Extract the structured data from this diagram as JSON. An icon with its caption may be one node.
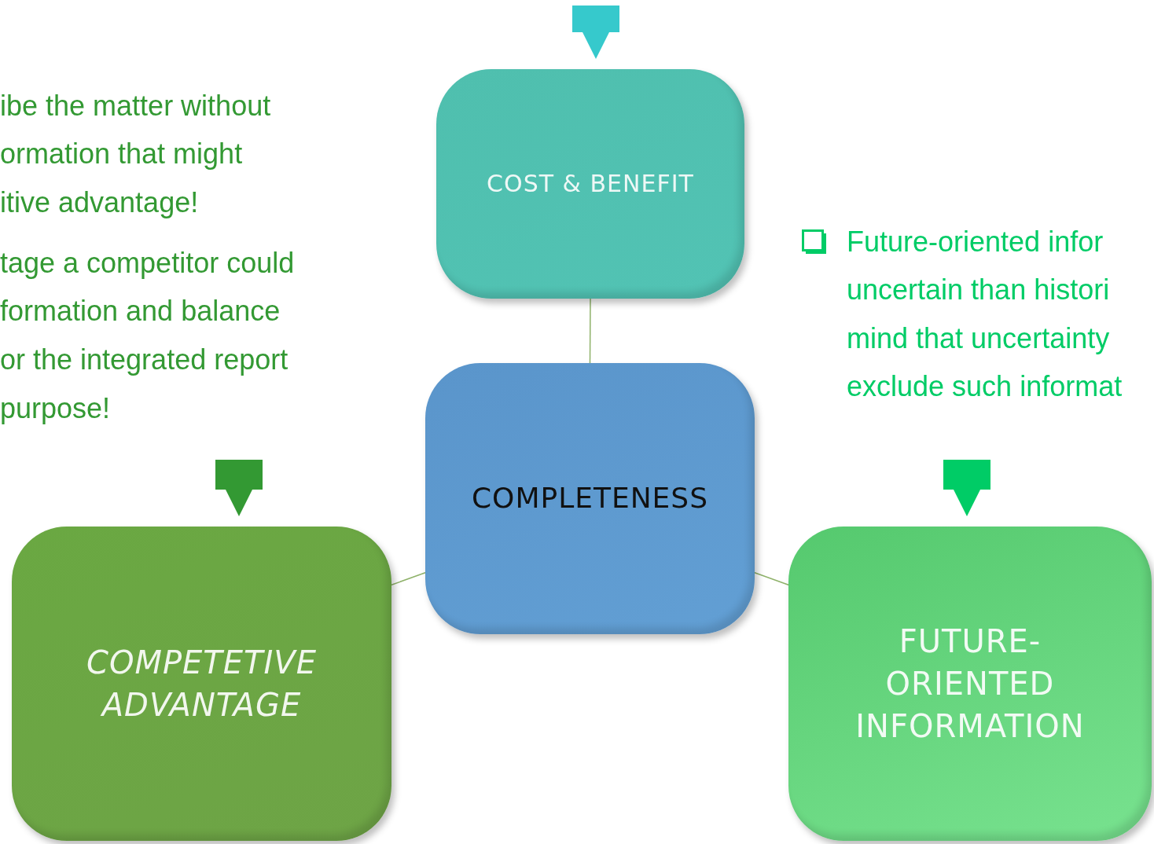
{
  "diagram": {
    "nodes": [
      {
        "text": [
          "COST & BENEFIT"
        ]
      },
      {
        "text": [
          "COMPLETENESS"
        ]
      },
      {
        "text": [
          "COMPETETIVE ADVANTAGE"
        ]
      },
      {
        "text": [
          "FUTURE-ORIENTED INFORMATION"
        ]
      }
    ],
    "edges": [
      {
        "from": 0,
        "to": 1,
        "arrow": "none"
      },
      {
        "from": 2,
        "to": 1,
        "arrow": "none"
      },
      {
        "from": 1,
        "to": 3,
        "arrow": "none"
      },
      {
        "from": null,
        "to": 0,
        "arrow": "to",
        "style": "thick",
        "color": "#36c9cc"
      },
      {
        "from": null,
        "to": 2,
        "arrow": "to",
        "style": "thick",
        "color": "#339933"
      },
      {
        "from": null,
        "to": 3,
        "arrow": "to",
        "style": "thick",
        "color": "#00cc66"
      }
    ],
    "labels": [
      "ibe the matter without",
      "ormation that might",
      "itive advantage!",
      "tage a competitor could",
      "formation and balance",
      "or the integrated report",
      "purpose!",
      "Future-oriented infor",
      "uncertain than histori",
      "mind that uncertainty",
      "exclude such informat"
    ]
  }
}
